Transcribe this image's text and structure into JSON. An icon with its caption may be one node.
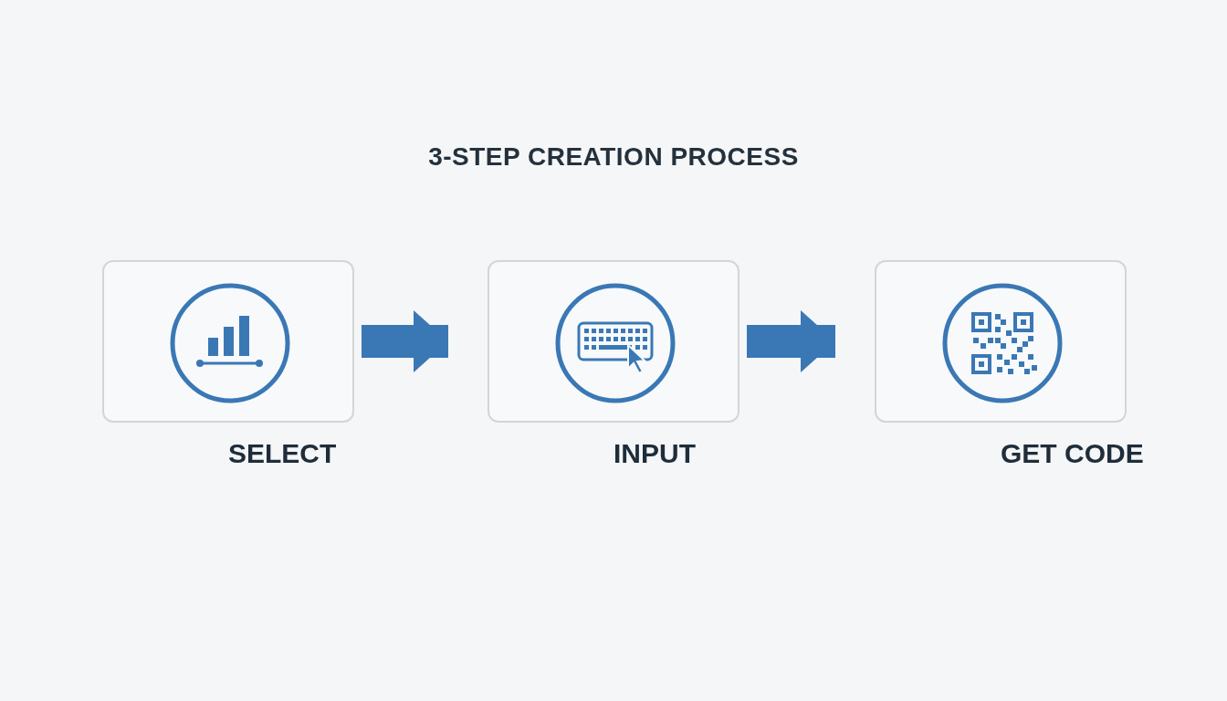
{
  "diagram": {
    "title": "3-STEP CREATION PROCESS",
    "nodes": [
      {
        "text": [
          "SELECT"
        ]
      },
      {
        "text": [
          "INPUT"
        ]
      },
      {
        "text": [
          "GET CODE"
        ]
      }
    ],
    "edges": [
      {
        "from": 0,
        "to": 1,
        "arrow": "to"
      },
      {
        "from": 1,
        "to": 2,
        "arrow": "to"
      }
    ]
  }
}
